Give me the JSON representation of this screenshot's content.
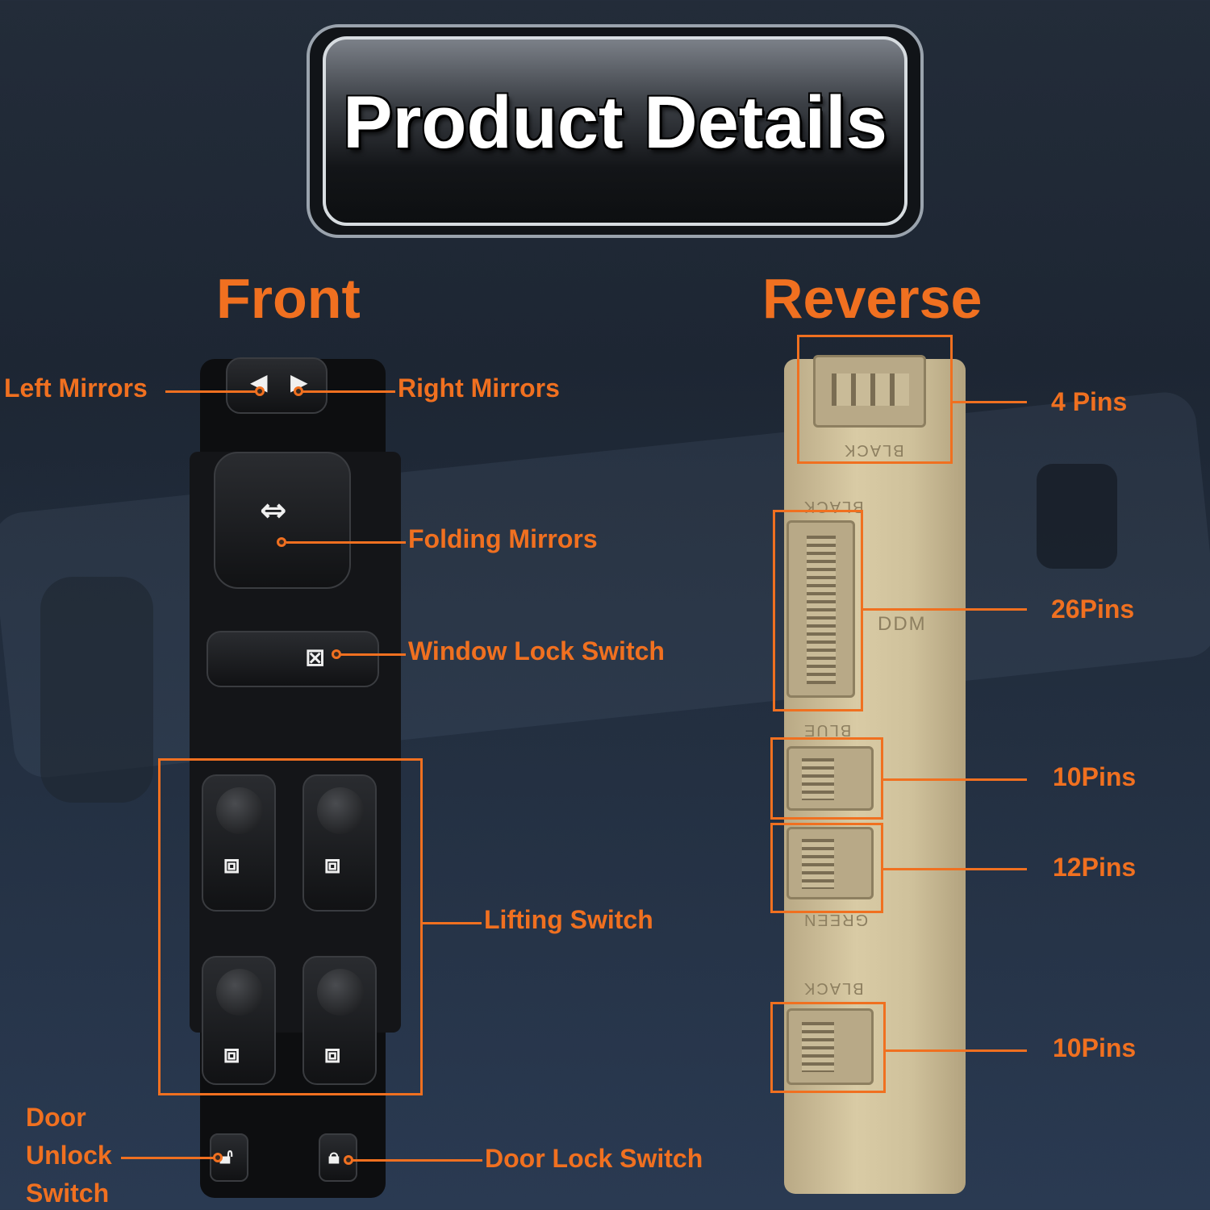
{
  "title": "Product Details",
  "front": {
    "heading": "Front",
    "labels": {
      "left_mirrors": "Left Mirrors",
      "right_mirrors": "Right Mirrors",
      "folding_mirrors": "Folding Mirrors",
      "window_lock_switch": "Window Lock Switch",
      "lifting_switch": "Lifting Switch",
      "door_unlock_1": "Door",
      "door_unlock_2": "Unlock",
      "door_unlock_3": "Switch",
      "door_lock_switch": "Door Lock Switch"
    }
  },
  "reverse": {
    "heading": "Reverse",
    "stamps": {
      "black_top": "BLACK",
      "black_mid": "BLACK",
      "ddm": "DDM",
      "blue": "BLUE",
      "green": "GREEN",
      "black_low": "BLACK"
    },
    "pins": [
      {
        "label": "4 Pins"
      },
      {
        "label": "26Pins"
      },
      {
        "label": "10Pins"
      },
      {
        "label": "12Pins"
      },
      {
        "label": "10Pins"
      }
    ]
  },
  "colors": {
    "accent": "#f07020",
    "background": "#1d2633",
    "switch_body": "#0d0e10",
    "rear_housing": "#d9cba5"
  }
}
